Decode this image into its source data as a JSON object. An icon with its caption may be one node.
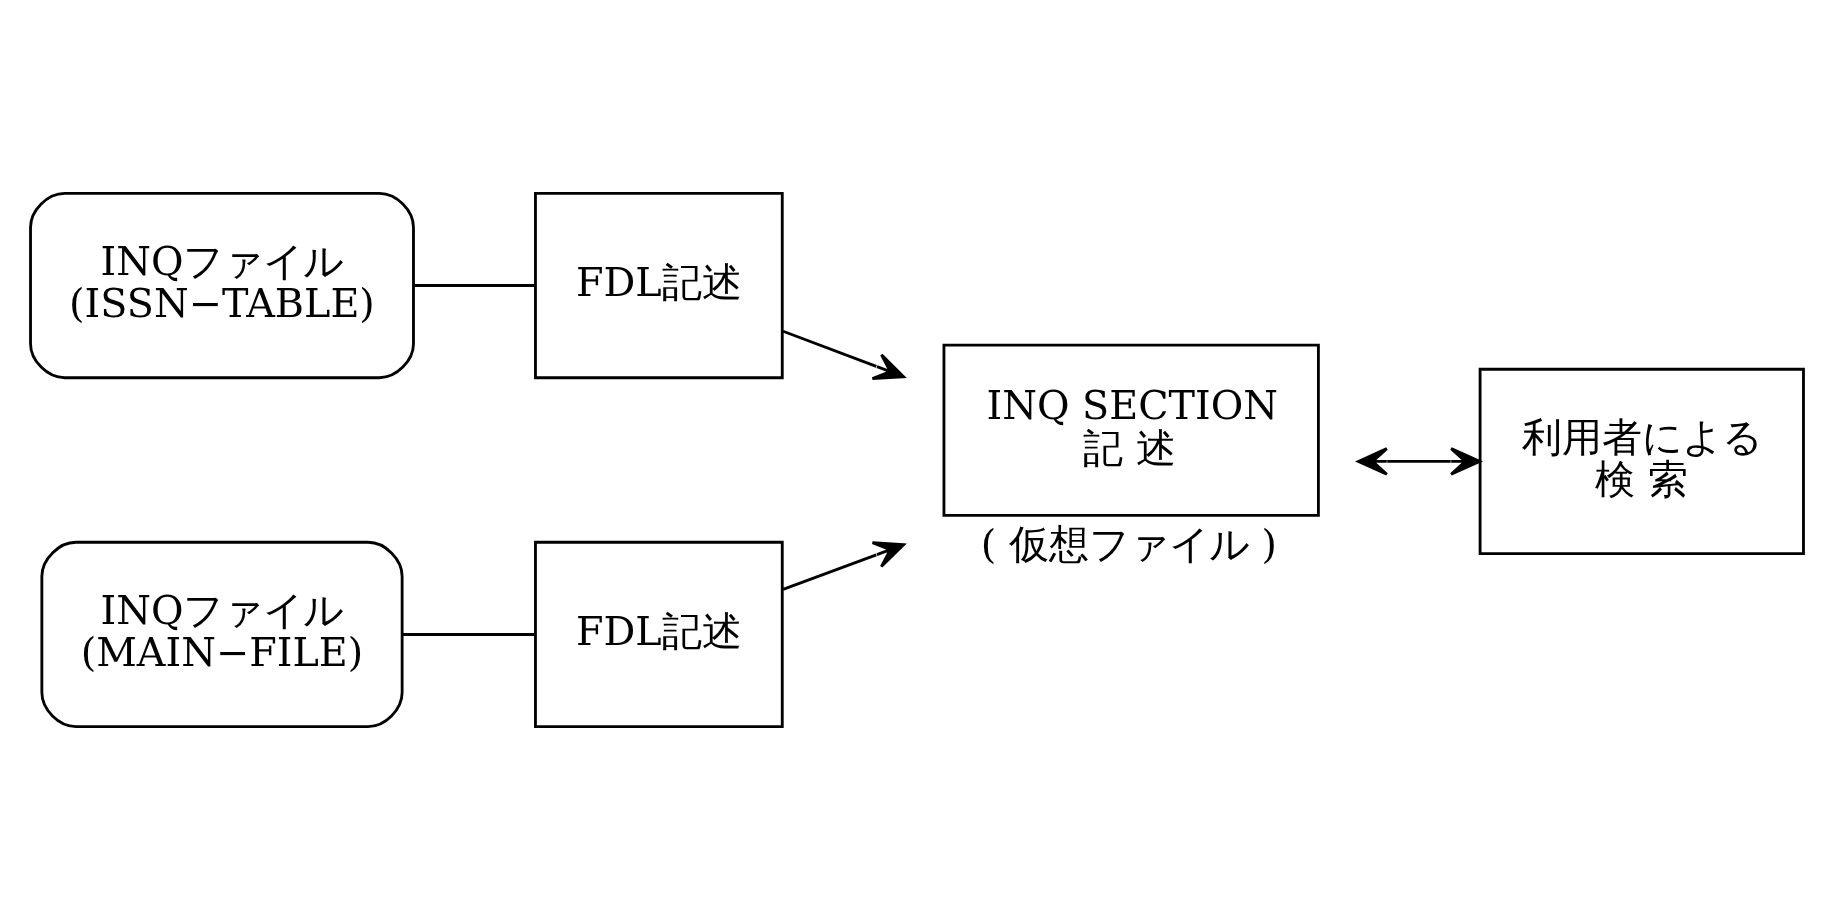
{
  "diagram": {
    "nodes": [
      {
        "text": [
          "INQファイル",
          "(ISSN−TABLE)"
        ]
      },
      {
        "text": [
          "FDL記述"
        ]
      },
      {
        "text": [
          "INQファイル",
          "(MAIN−FILE)"
        ]
      },
      {
        "text": [
          "FDL記述"
        ]
      },
      {
        "text": [
          "INQ SECTION",
          "記 述"
        ],
        "beside": [
          "( 仮想ファイル )"
        ]
      },
      {
        "text": [
          "利用者による",
          "検 索"
        ]
      }
    ],
    "edges": [
      {
        "from": 0,
        "to": 1,
        "arrow": "none"
      },
      {
        "from": 2,
        "to": 3,
        "arrow": "none"
      },
      {
        "from": 1,
        "to": 4,
        "arrow": "to"
      },
      {
        "from": 3,
        "to": 4,
        "arrow": "to"
      },
      {
        "from": 4,
        "to": 5,
        "arrow": "both"
      }
    ]
  }
}
